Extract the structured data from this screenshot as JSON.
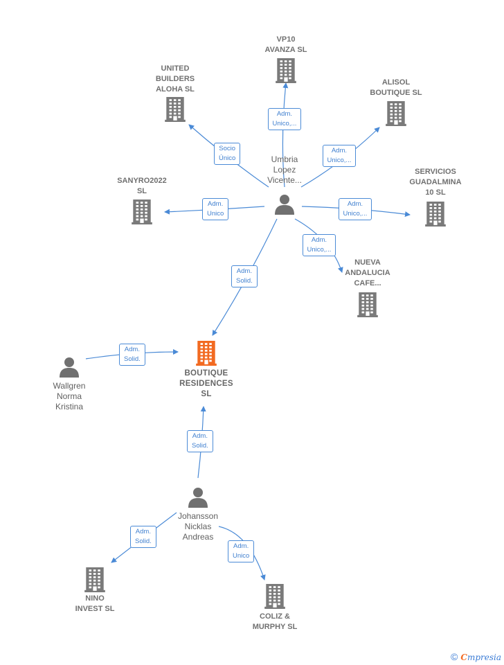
{
  "colors": {
    "edge": "#4a8ad6",
    "building_gray": "#7a7a7a",
    "building_main": "#f26a21",
    "person_gray": "#707070"
  },
  "nodes": [
    {
      "id": "umbria",
      "kind": "person",
      "label": "Umbria\nLopez\nVicente..."
    },
    {
      "id": "vp10",
      "kind": "company",
      "label": "VP10\nAVANZA  SL"
    },
    {
      "id": "united",
      "kind": "company",
      "label": "UNITED\nBUILDERS\nALOHA  SL"
    },
    {
      "id": "alisol",
      "kind": "company",
      "label": "ALISOL\nBOUTIQUE  SL"
    },
    {
      "id": "sanyro",
      "kind": "company",
      "label": "SANYRO2022\nSL"
    },
    {
      "id": "servicios",
      "kind": "company",
      "label": "SERVICIOS\nGUADALMINA\n10 SL"
    },
    {
      "id": "nueva",
      "kind": "company",
      "label": "NUEVA\nANDALUCIA\nCAFE..."
    },
    {
      "id": "boutique",
      "kind": "company",
      "main": true,
      "label": "BOUTIQUE\nRESIDENCES\nSL"
    },
    {
      "id": "wallgren",
      "kind": "person",
      "label": "Wallgren\nNorma\nKristina"
    },
    {
      "id": "johansson",
      "kind": "person",
      "label": "Johansson\nNicklas\nAndreas"
    },
    {
      "id": "nino",
      "kind": "company",
      "label": "NINO\nINVEST  SL"
    },
    {
      "id": "coliz",
      "kind": "company",
      "label": "COLIZ &\nMURPHY  SL"
    }
  ],
  "edges": [
    {
      "from": "umbria",
      "to": "vp10",
      "label": "Adm.\nUnico,..."
    },
    {
      "from": "umbria",
      "to": "united",
      "label": "Socio\nÚnico"
    },
    {
      "from": "umbria",
      "to": "alisol",
      "label": "Adm.\nUnico,..."
    },
    {
      "from": "umbria",
      "to": "sanyro",
      "label": "Adm.\nUnico"
    },
    {
      "from": "umbria",
      "to": "servicios",
      "label": "Adm.\nUnico,..."
    },
    {
      "from": "umbria",
      "to": "nueva",
      "label": "Adm.\nUnico,..."
    },
    {
      "from": "umbria",
      "to": "boutique",
      "label": "Adm.\nSolid."
    },
    {
      "from": "wallgren",
      "to": "boutique",
      "label": "Adm.\nSolid."
    },
    {
      "from": "johansson",
      "to": "boutique",
      "label": "Adm.\nSolid."
    },
    {
      "from": "johansson",
      "to": "nino",
      "label": "Adm.\nSolid."
    },
    {
      "from": "johansson",
      "to": "coliz",
      "label": "Adm.\nUnico"
    }
  ],
  "brand": {
    "copyright": "©",
    "first": "C",
    "rest": "mpresia"
  }
}
